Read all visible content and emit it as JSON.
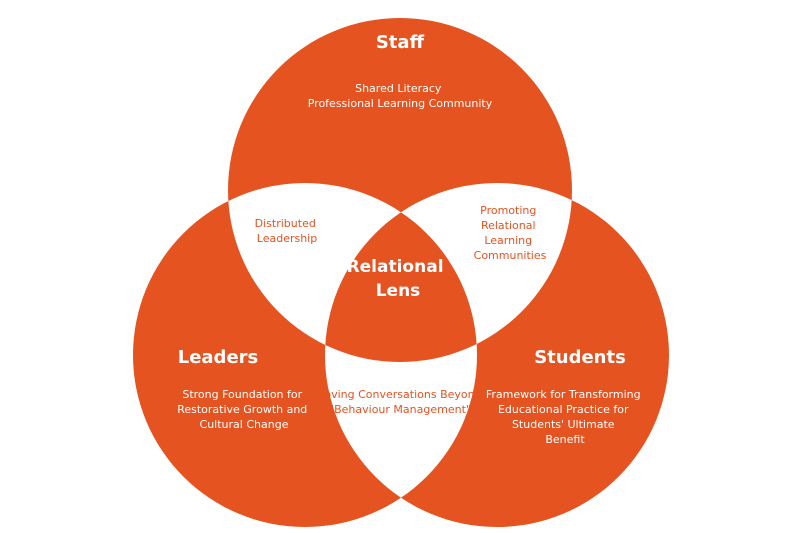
{
  "colors": {
    "primary": "#e55321",
    "overlap": "#ffffff",
    "center": "#e55321"
  },
  "circles": {
    "staff": {
      "title": "Staff",
      "lines": [
        "Shared Literacy",
        "Professional Learning Community"
      ]
    },
    "leaders": {
      "title": "Leaders",
      "lines": [
        "Strong Foundation for",
        "Restorative Growth and",
        "Cultural Change"
      ]
    },
    "students": {
      "title": "Students",
      "lines": [
        "Framework for Transforming",
        "Educational Practice for",
        "Students' Ultimate",
        "Benefit"
      ]
    }
  },
  "overlaps": {
    "staff_leaders": [
      "Distributed",
      "Leadership"
    ],
    "staff_students": [
      "Promoting",
      "Relational",
      "Learning",
      "Communities"
    ],
    "leaders_students": [
      "Moving Conversations Beyond",
      "\"Behaviour Management\""
    ]
  },
  "center": {
    "lines": [
      "Relational",
      "Lens"
    ]
  }
}
